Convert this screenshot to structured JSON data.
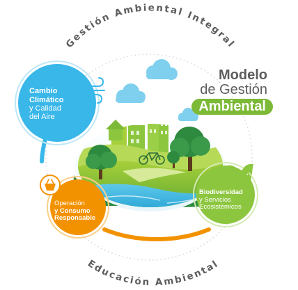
{
  "ring_top_label": "Gestión Ambiental Integral",
  "ring_bottom_label": "Educación Ambiental",
  "title": {
    "line1": "Modelo",
    "line2": "de Gestión",
    "line3": "Ambiental"
  },
  "topics": {
    "climate": {
      "bold_line1": "Cambio",
      "bold_line2": "Climático",
      "normal_line1": "y Calidad",
      "normal_line2": "del Aire",
      "color": "#39b7e9",
      "icon": "wind-icon"
    },
    "operation": {
      "normal_line1": "Operación",
      "bold_line2": "y Consumo",
      "bold_line3": "Responsable",
      "color": "#f39200",
      "icon": "shopping-basket-icon"
    },
    "biodiversity": {
      "bold_line1": "Biodiversidad",
      "normal_line2": "y Servicios",
      "normal_line3": "Ecosistémicos",
      "color": "#8cc63f",
      "icon": "sprout-icon"
    }
  },
  "colors": {
    "blue": "#39b7e9",
    "orange": "#f39200",
    "green": "#8cc63f",
    "dark_green": "#2d8a3e",
    "grey_text": "#5d5d5d",
    "dotted_ring": "#d9d9d9"
  }
}
